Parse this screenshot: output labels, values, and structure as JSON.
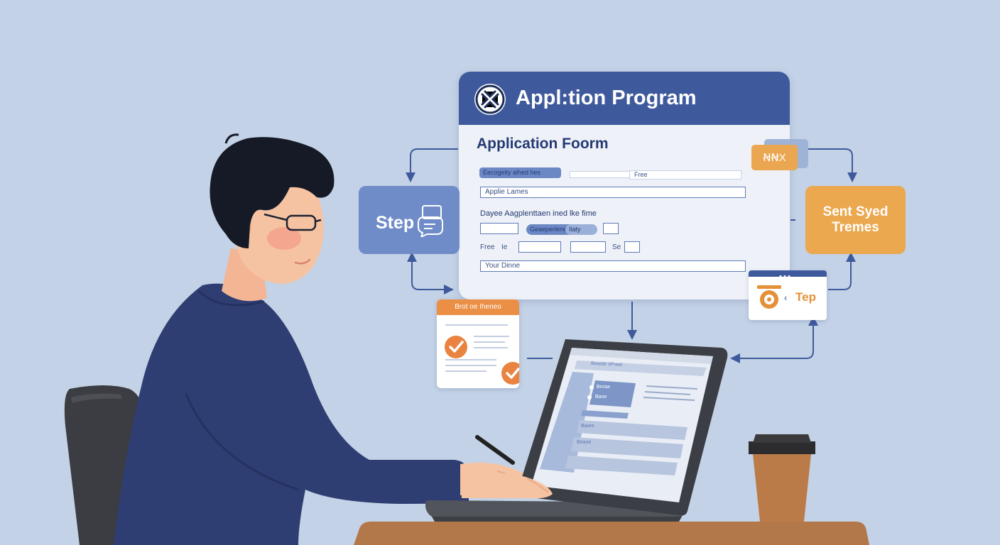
{
  "app": {
    "title": "Appl:tion Program",
    "form_title": "Application Foorm"
  },
  "form": {
    "pill_1": "Eecogeity alhed hes",
    "field_top_right": "Free",
    "field_applie": "Applie Lames",
    "question": "Dayee Aagplenttaen ined lke fime",
    "pill_2": "Geaeperlene",
    "pill_3": "Ilaty",
    "label_free": "Free",
    "label_ie": "Ie",
    "label_se": "Se",
    "field_your": "Your Dinne"
  },
  "cards": {
    "step": "Step",
    "sent_line1": "Sent Syed",
    "sent_line2": "Tremes",
    "doc_tag": "ꞤꞤX",
    "tep": "Tep",
    "check_title": "Brot oe Iheneo"
  },
  "laptop": {
    "page_title": "Beaobr iiPreel",
    "item_1": "Bnraa",
    "item_2": "Baoe",
    "row_1": "Baare",
    "row_2": "Beaoe"
  },
  "colors": {
    "background": "#c3d2e6",
    "brand_blue": "#3f5a9c",
    "accent_orange": "#eba84f",
    "sweater": "#2e3e73"
  }
}
